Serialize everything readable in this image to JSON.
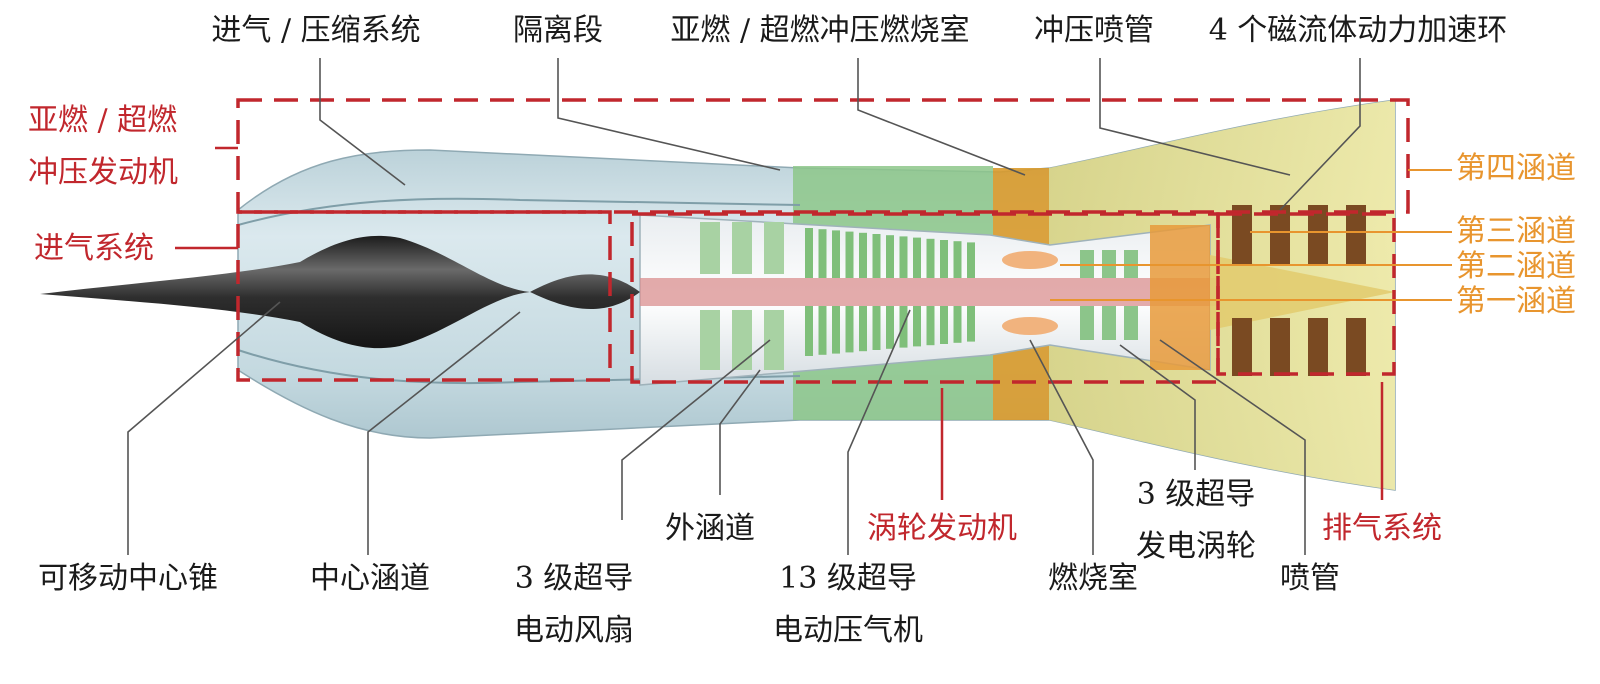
{
  "colors": {
    "red": "#c1272d",
    "orange": "#e8952e",
    "leader": "#555555",
    "shell": "#c9dde4",
    "shell_dark": "#8fb0bb",
    "cone": "#2a2a2a",
    "green": "#8dc78a",
    "amber": "#d99a2b",
    "yellow": "#e6e39a",
    "pink": "#d98f8f"
  },
  "labels": {
    "top": {
      "intake_compression": "进气 / 压缩系统",
      "isolator": "隔离段",
      "combustor": "亚燃 / 超燃冲压燃烧室",
      "ram_nozzle": "冲压喷管",
      "mhd_rings": "4 个磁流体动力加速环"
    },
    "left": {
      "ramjet_line1": "亚燃 / 超燃",
      "ramjet_line2": "冲压发动机",
      "inlet_system": "进气系统"
    },
    "right": {
      "duct4": "第四涵道",
      "duct3": "第三涵道",
      "duct2": "第二涵道",
      "duct1": "第一涵道"
    },
    "bottom": {
      "movable_cone": "可移动中心锥",
      "center_duct": "中心涵道",
      "fan_line1": "3 级超导",
      "fan_line2": "电动风扇",
      "outer_duct": "外涵道",
      "compressor_line1": "13 级超导",
      "compressor_line2": "电动压气机",
      "turbine_engine": "涡轮发动机",
      "combustion_chamber": "燃烧室",
      "turbine_line1": "3 级超导",
      "turbine_line2": "发电涡轮",
      "nozzle": "喷管",
      "exhaust_system": "排气系统"
    }
  },
  "stage_counts": {
    "fan": 3,
    "compressor": 13,
    "turbine": 3,
    "mhd_rings": 4
  }
}
